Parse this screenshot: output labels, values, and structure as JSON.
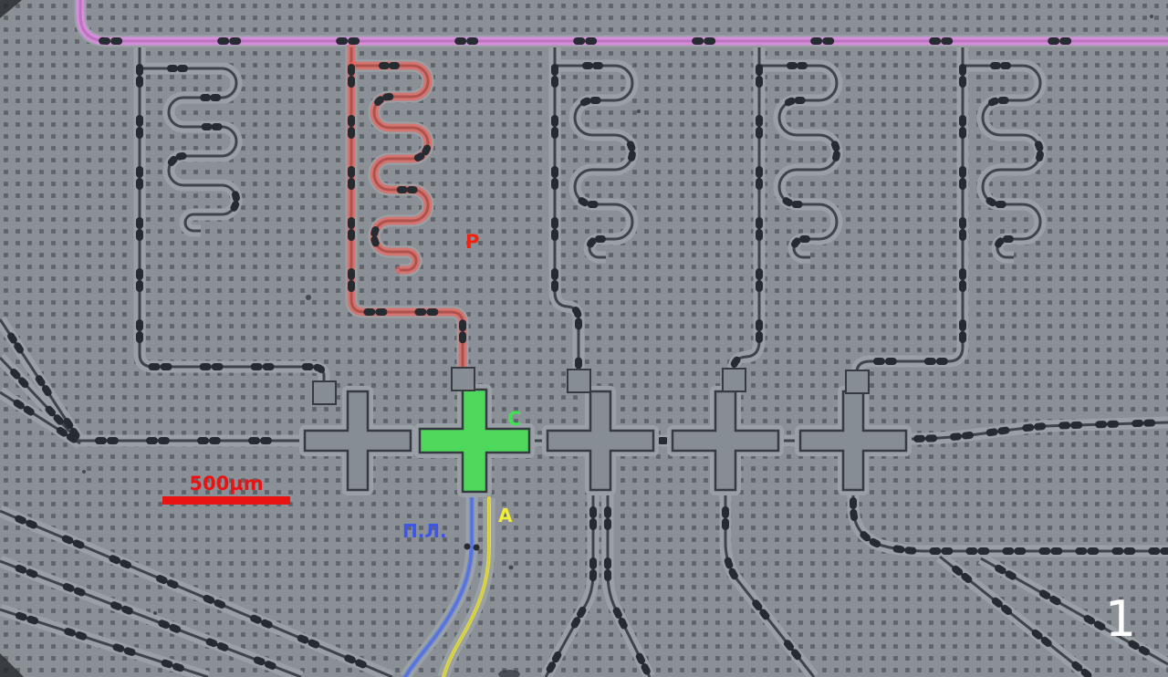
{
  "colors": {
    "chip": "#8a9096",
    "hole": "#5e636a",
    "trace": "#3f444a"
  },
  "figure": {
    "number": "1",
    "number_color": "#ffffff",
    "scale_bar": {
      "label": "500µm",
      "color": "#e81414"
    },
    "annotations": {
      "resonator": {
        "label": "P",
        "color": "#f02313"
      },
      "qubit": {
        "label": "C",
        "color": "#3fe052"
      },
      "flux_line": {
        "label": "П.Л.",
        "color": "#3d55e8"
      },
      "antenna": {
        "label": "A",
        "color": "#f2ec3a"
      }
    },
    "highlight_colors": {
      "feedline": "#ef86ef",
      "resonator": "#fa5a50",
      "qubit": "#4ed95c",
      "flux_line": "#5b7ae8",
      "antenna_line": "#e9e23f"
    }
  }
}
